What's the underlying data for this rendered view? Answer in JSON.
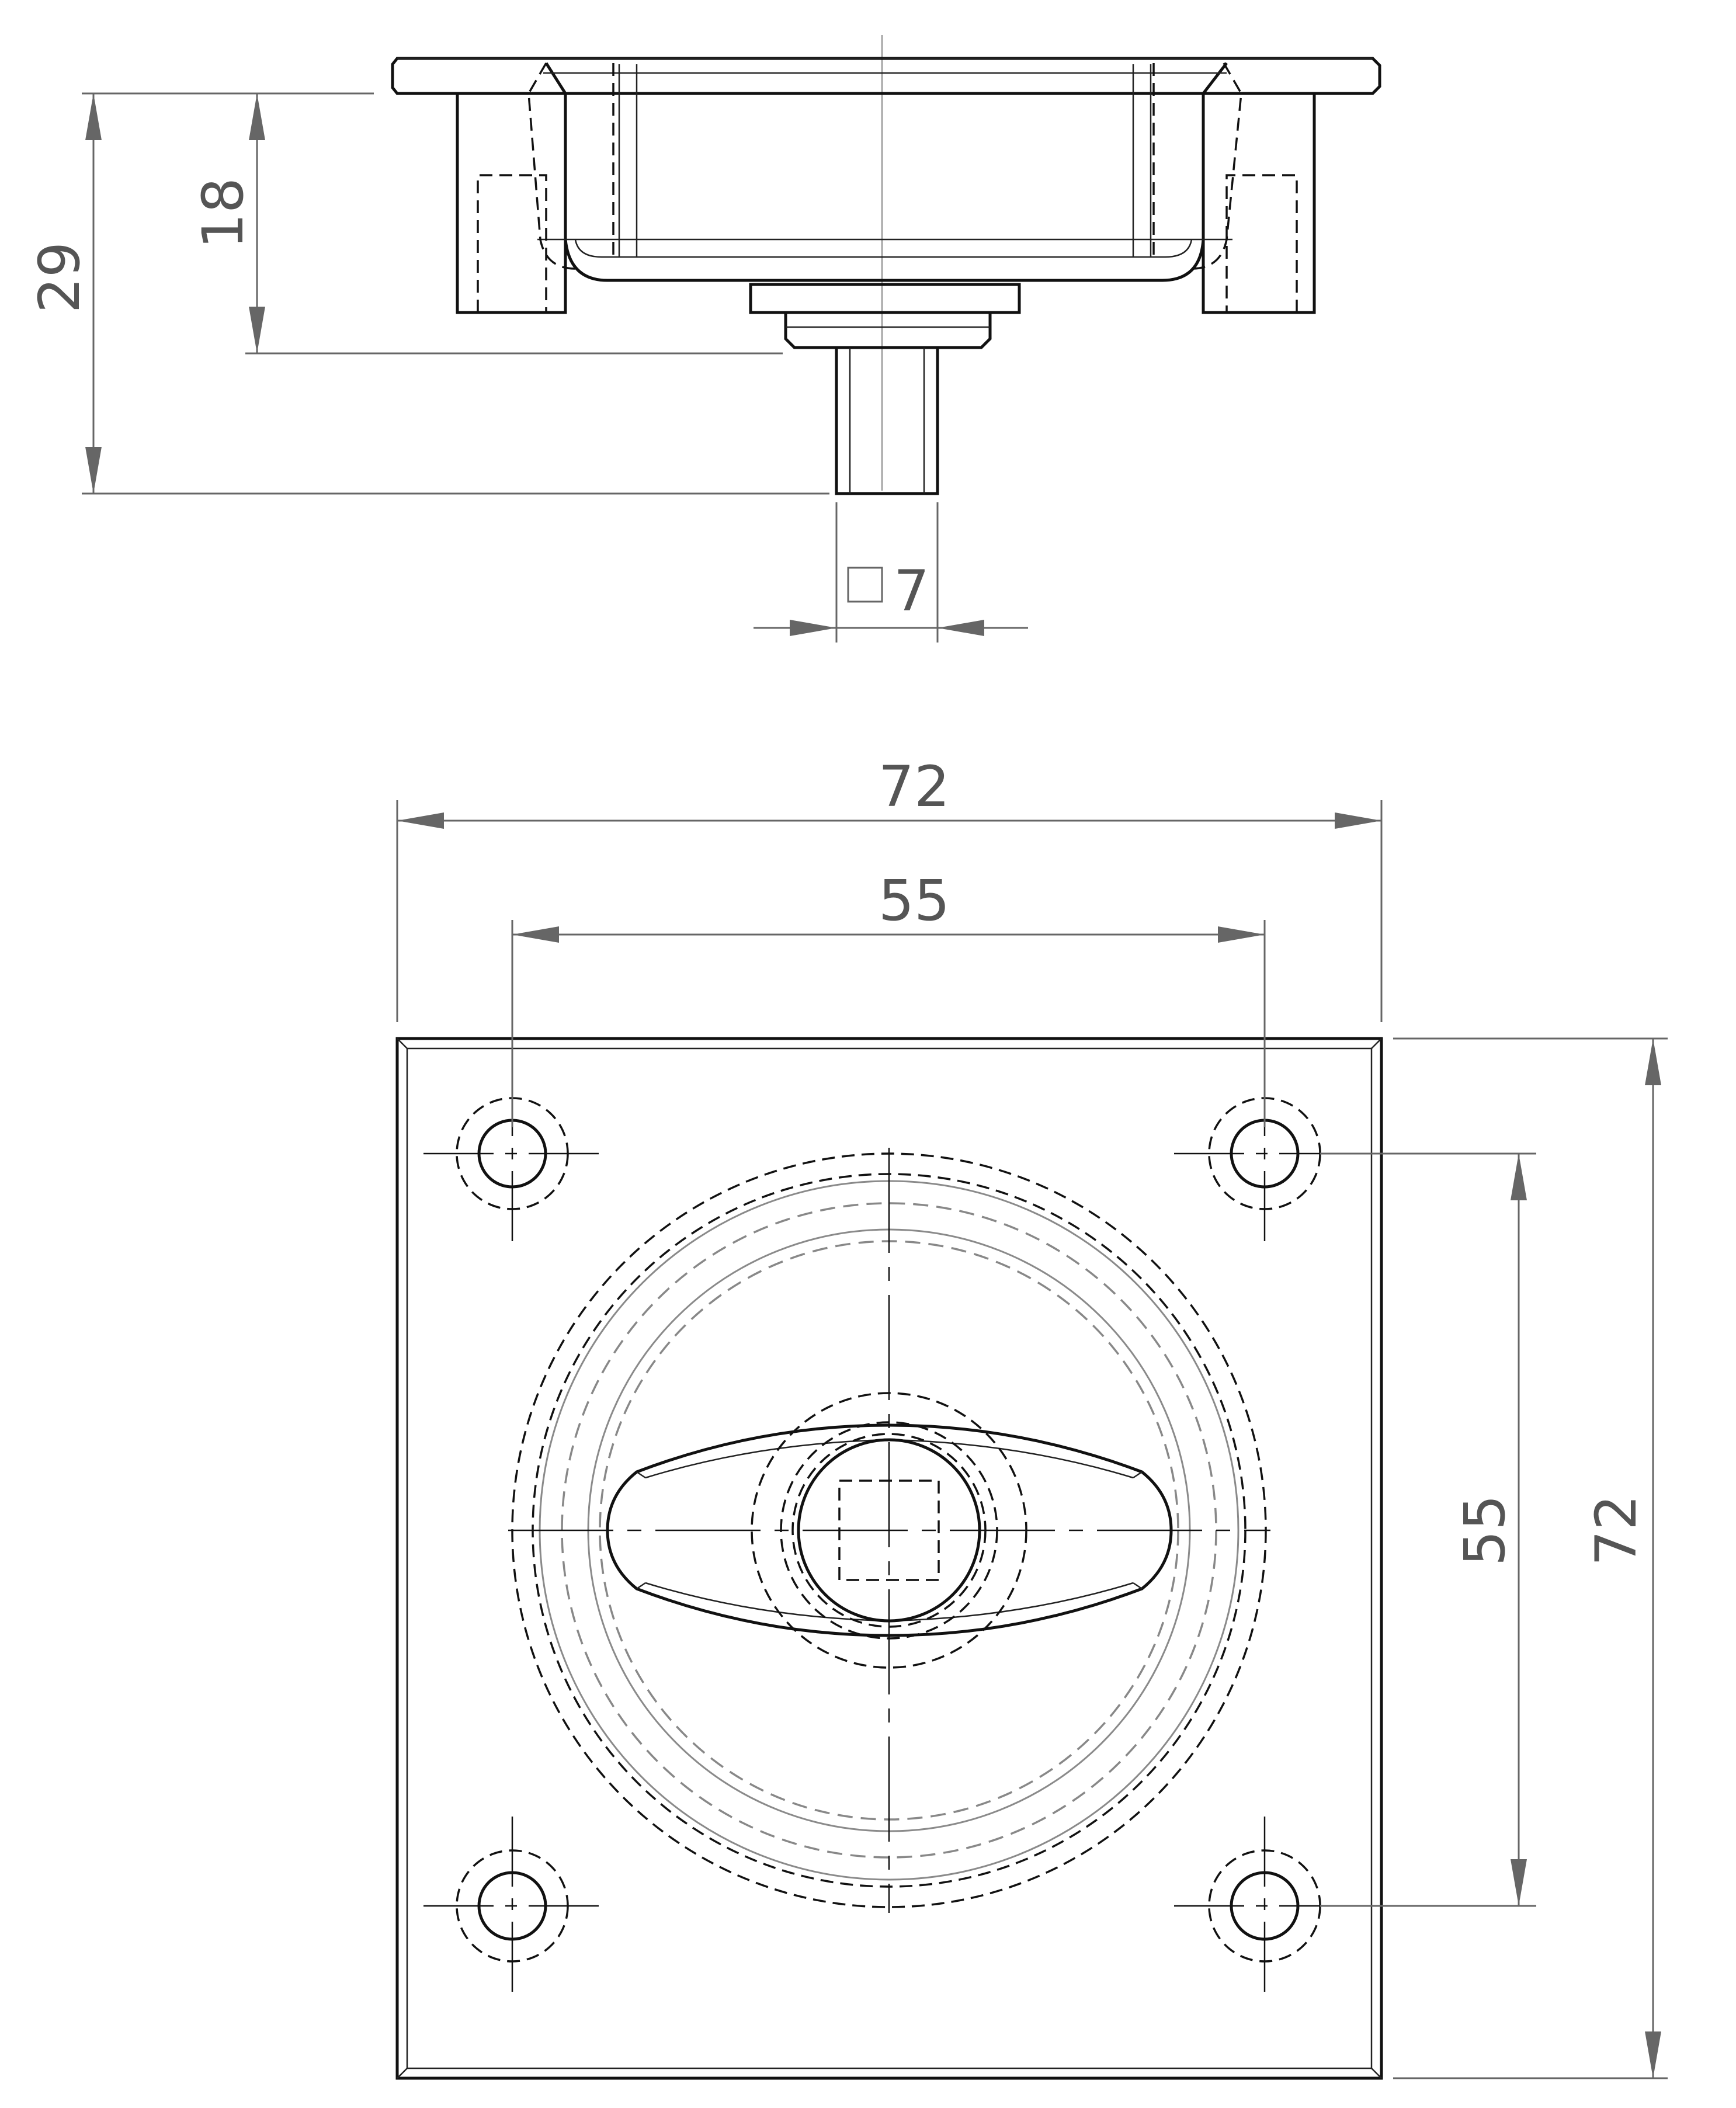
{
  "drawing": {
    "side_view": {
      "dim_total_depth": "29",
      "dim_body_depth": "18",
      "dim_spindle": "7"
    },
    "front_view": {
      "dim_plate_width": "72",
      "dim_hole_spacing_horizontal": "55",
      "dim_hole_spacing_vertical": "55",
      "dim_plate_height": "72"
    },
    "colors": {
      "object_line": "#111111",
      "dimension_line": "#666666",
      "background": "#ffffff"
    }
  }
}
